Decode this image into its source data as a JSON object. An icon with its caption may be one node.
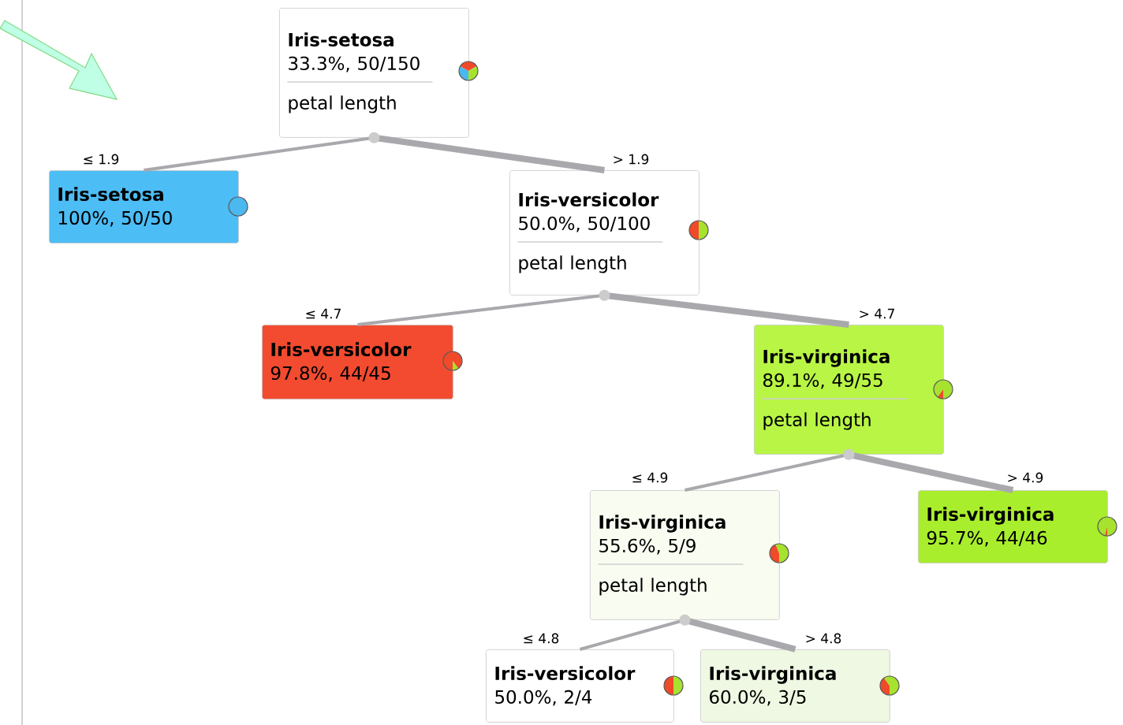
{
  "diagram": {
    "nodes": [
      {
        "text": [
          "Iris-setosa",
          "33.3%, 50/150",
          "petal length"
        ]
      },
      {
        "text": [
          "Iris-setosa",
          "100%, 50/50"
        ]
      },
      {
        "text": [
          "Iris-versicolor",
          "50.0%, 50/100",
          "petal length"
        ]
      },
      {
        "text": [
          "Iris-versicolor",
          "97.8%, 44/45"
        ]
      },
      {
        "text": [
          "Iris-virginica",
          "89.1%, 49/55",
          "petal length"
        ]
      },
      {
        "text": [
          "Iris-virginica",
          "55.6%, 5/9",
          "petal length"
        ]
      },
      {
        "text": [
          "Iris-virginica",
          "95.7%, 44/46"
        ]
      },
      {
        "text": [
          "Iris-versicolor",
          "50.0%, 2/4"
        ]
      },
      {
        "text": [
          "Iris-virginica",
          "60.0%, 3/5"
        ]
      }
    ],
    "edges": [
      {
        "from": 0,
        "to": 1,
        "arrow": "none",
        "label": "≤ 1.9"
      },
      {
        "from": 0,
        "to": 2,
        "arrow": "none",
        "label": "> 1.9",
        "style": "thick"
      },
      {
        "from": 2,
        "to": 3,
        "arrow": "none",
        "label": "≤ 4.7"
      },
      {
        "from": 2,
        "to": 4,
        "arrow": "none",
        "label": "> 4.7",
        "style": "thick"
      },
      {
        "from": 4,
        "to": 5,
        "arrow": "none",
        "label": "≤ 4.9"
      },
      {
        "from": 4,
        "to": 6,
        "arrow": "none",
        "label": "> 4.9",
        "style": "thick"
      },
      {
        "from": 5,
        "to": 7,
        "arrow": "none",
        "label": "≤ 4.8"
      },
      {
        "from": 5,
        "to": 8,
        "arrow": "none",
        "label": "> 4.8",
        "style": "thick"
      }
    ]
  }
}
